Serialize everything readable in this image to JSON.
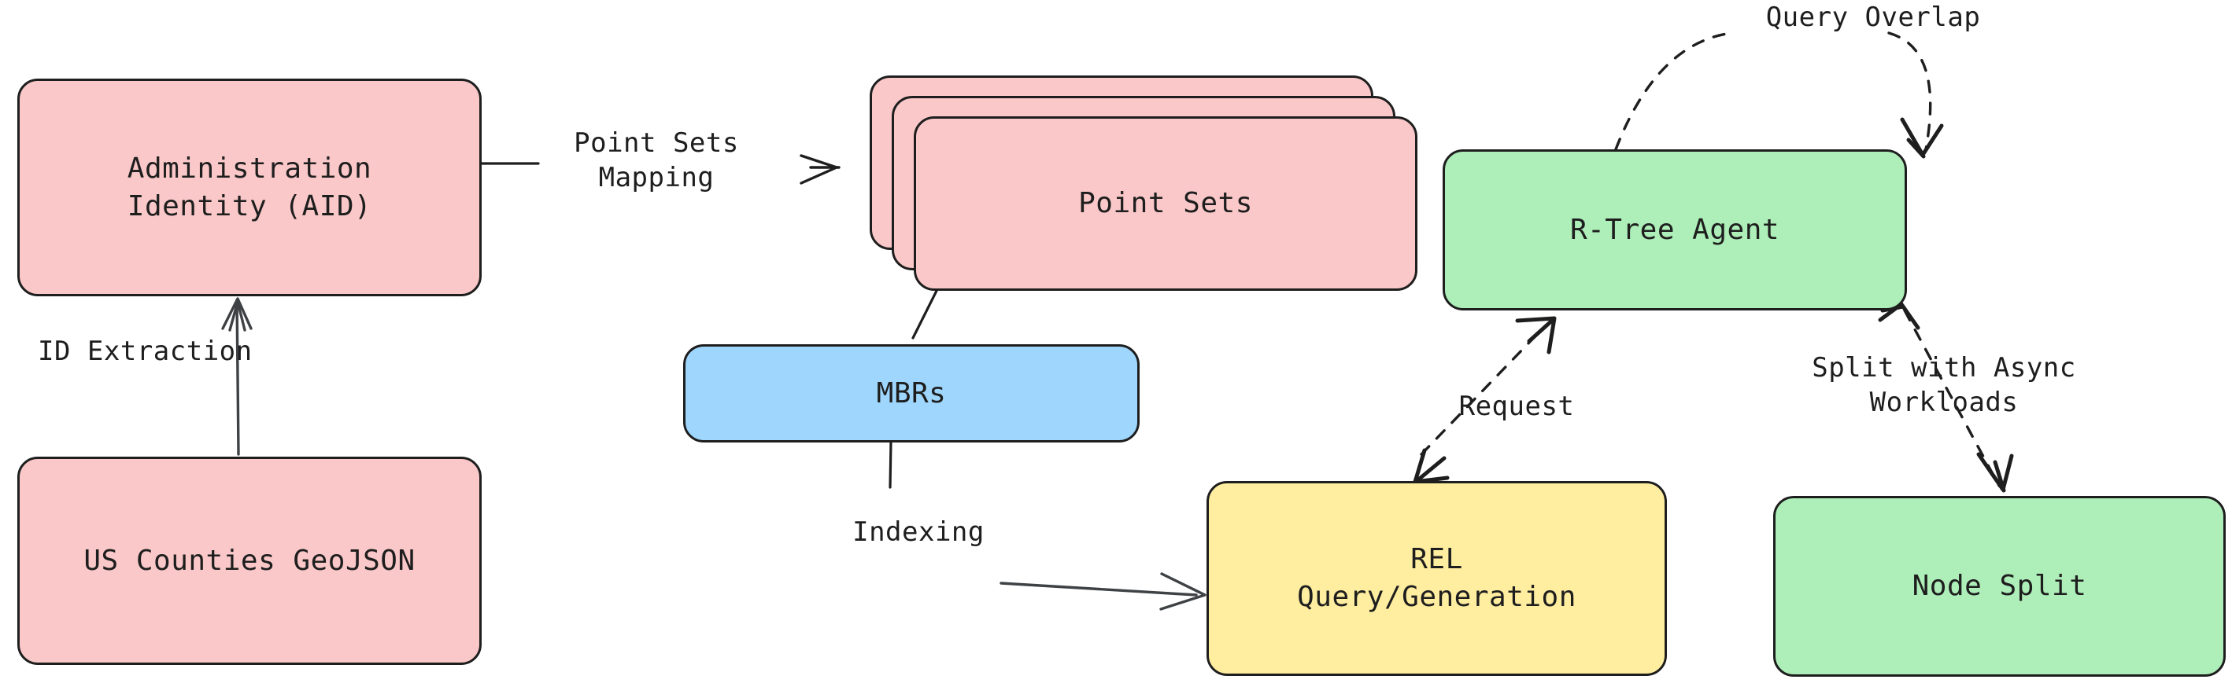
{
  "diagram": {
    "title": "R-Tree Agent Spatial Indexing Pipeline",
    "background": "#ffffff",
    "colors": {
      "pink": "#fac8c8",
      "blue": "#9fd6fd",
      "green": "#aeefb9",
      "yellow": "#ffeda0",
      "stroke": "#1e1e1e"
    }
  },
  "nodes": {
    "aid": {
      "label": "Administration\nIdentity (AID)",
      "color": "pink"
    },
    "geojson": {
      "label": "US Counties GeoJSON",
      "color": "pink"
    },
    "point_sets": {
      "label": "Point Sets",
      "color": "pink",
      "stack_count": 3
    },
    "mbrs": {
      "label": "MBRs",
      "color": "blue"
    },
    "rtree_agent": {
      "label": "R-Tree Agent",
      "color": "green"
    },
    "rel": {
      "label": "REL\nQuery/Generation",
      "color": "yellow"
    },
    "node_split": {
      "label": "Node Split",
      "color": "green"
    }
  },
  "edges": {
    "id_extraction": {
      "label": "ID Extraction",
      "style": "solid",
      "from": "geojson",
      "to": "aid"
    },
    "point_sets_mapping": {
      "label": "Point Sets\nMapping",
      "style": "solid",
      "from": "aid",
      "to": "point_sets"
    },
    "indexing": {
      "label": "Indexing",
      "style": "solid",
      "from": "mbrs",
      "to": "rel"
    },
    "query_overlap": {
      "label": "Query Overlap",
      "style": "dashed",
      "from": "rtree_agent",
      "to": "rtree_agent"
    },
    "request": {
      "label": "Request",
      "style": "dashed",
      "from": "rel",
      "to": "rtree_agent"
    },
    "split_async": {
      "label": "Split with Async\nWorkloads",
      "style": "dashed",
      "from": "node_split",
      "to": "rtree_agent"
    }
  }
}
